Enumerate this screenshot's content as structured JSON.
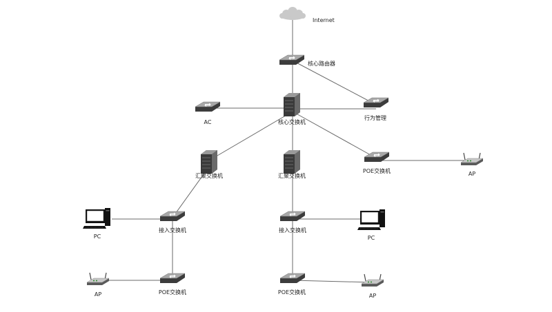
{
  "colors": {
    "line": "#6a6a6a",
    "device_top": "#9a9a9a",
    "device_side": "#3c3c3c",
    "cloud": "#c9c9c9",
    "pc": "#111111"
  },
  "labels": {
    "internet": "Internet",
    "core_router": "核心路由器",
    "ac": "AC",
    "core_switch": "核心交换机",
    "behavior_mgmt": "行为管理",
    "agg_switch_left": "汇聚交换机",
    "agg_switch_mid": "汇聚交换机",
    "poe_switch_right": "POE交换机",
    "ap_right": "AP",
    "pc_left": "PC",
    "access_switch_left": "接入交换机",
    "access_switch_mid": "接入交换机",
    "pc_right": "PC",
    "ap_left": "AP",
    "poe_switch_left": "POE交换机",
    "poe_switch_mid": "POE交换机",
    "ap_mid": "AP"
  },
  "icons": {
    "internet": "cloud-icon",
    "core_router": "router-icon",
    "ac": "wireless-controller-icon",
    "core_switch": "core-switch-icon",
    "behavior_mgmt": "behavior-management-icon",
    "agg_switch_left": "aggregation-switch-icon",
    "agg_switch_mid": "aggregation-switch-icon",
    "poe_switch_right": "poe-switch-icon",
    "ap_right": "access-point-icon",
    "pc_left": "pc-icon",
    "access_switch_left": "access-switch-icon",
    "access_switch_mid": "access-switch-icon",
    "pc_right": "pc-icon",
    "ap_left": "access-point-icon",
    "poe_switch_left": "poe-switch-icon",
    "poe_switch_mid": "poe-switch-icon",
    "ap_mid": "access-point-icon"
  }
}
